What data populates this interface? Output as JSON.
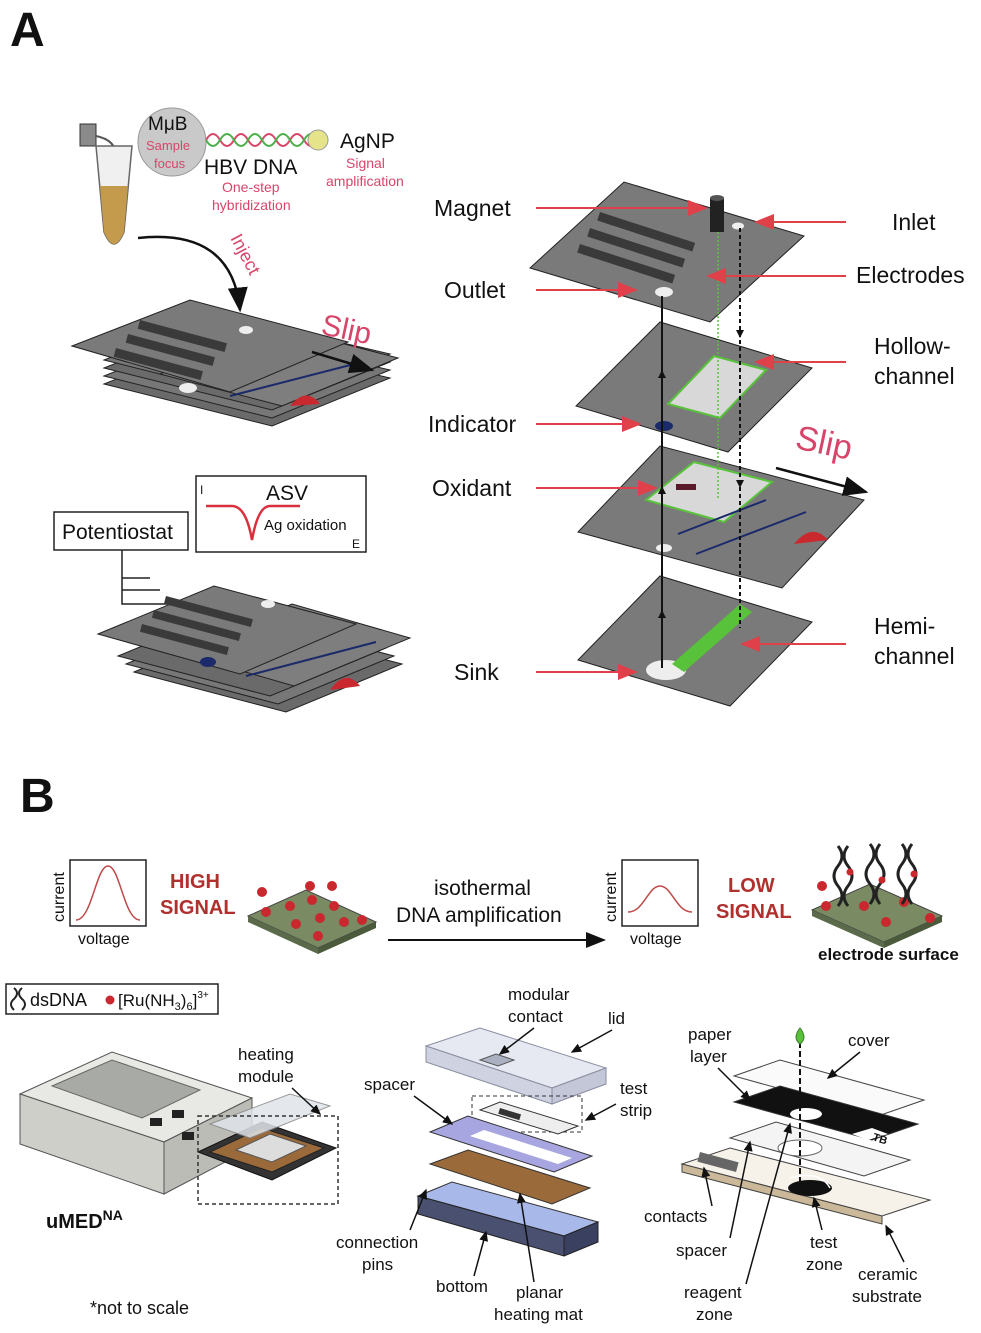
{
  "panels": {
    "a": "A",
    "b": "B"
  },
  "panel_a": {
    "left": {
      "mub": "MμB",
      "sample_focus_1": "Sample",
      "sample_focus_2": "focus",
      "hbv_dna": "HBV DNA",
      "hybrid_1": "One-step",
      "hybrid_2": "hybridization",
      "agnp": "AgNP",
      "signal_1": "Signal",
      "signal_2": "amplification",
      "inject": "Inject",
      "slip": "Slip",
      "asv": "ASV",
      "axis_i": "I",
      "axis_e": "E",
      "ag_oxidation": "Ag oxidation",
      "potentiostat": "Potentiostat"
    },
    "right": {
      "magnet": "Magnet",
      "outlet": "Outlet",
      "indicator": "Indicator",
      "oxidant": "Oxidant",
      "sink": "Sink",
      "inlet": "Inlet",
      "electrodes": "Electrodes",
      "hollow_1": "Hollow-",
      "hollow_2": "channel",
      "slip": "Slip",
      "hemi_1": "Hemi-",
      "hemi_2": "channel"
    }
  },
  "panel_b": {
    "top": {
      "current_1": "current",
      "voltage_1": "voltage",
      "high_1": "HIGH",
      "high_2": "SIGNAL",
      "iso_1": "isothermal",
      "iso_2": "DNA amplification",
      "current_2": "current",
      "voltage_2": "voltage",
      "low_1": "LOW",
      "low_2": "SIGNAL",
      "electrode_surface": "electrode surface"
    },
    "legend": {
      "dsdna": "dsDNA",
      "ru_base": "[Ru(NH",
      "ru_sub1": "3",
      "ru_mid": ")",
      "ru_sub2": "6",
      "ru_end": "]",
      "ru_sup": "3+"
    },
    "device": {
      "heating_1": "heating",
      "heating_2": "module",
      "name": "uMED",
      "name_sup": "NA",
      "not_to_scale": "*not to scale"
    },
    "stack": {
      "modular_1": "modular",
      "modular_2": "contact",
      "lid": "lid",
      "spacer": "spacer",
      "test_1": "test",
      "test_2": "strip",
      "conn_1": "connection",
      "conn_2": "pins",
      "bottom": "bottom",
      "planar_1": "planar",
      "planar_2": "heating mat"
    },
    "strip": {
      "paper_1": "paper",
      "paper_2": "layer",
      "cover": "cover",
      "tb": "TB",
      "contacts": "contacts",
      "spacer": "spacer",
      "test_1": "test",
      "test_2": "zone",
      "ceramic_1": "ceramic",
      "ceramic_2": "substrate",
      "reagent_1": "reagent",
      "reagent_2": "zone"
    }
  },
  "colors": {
    "plate": "#7a7a7a",
    "plate_edge": "#3a3a3a",
    "arrow": "#e0404a",
    "red_dot": "#c8282e",
    "green": "#58c23a"
  }
}
